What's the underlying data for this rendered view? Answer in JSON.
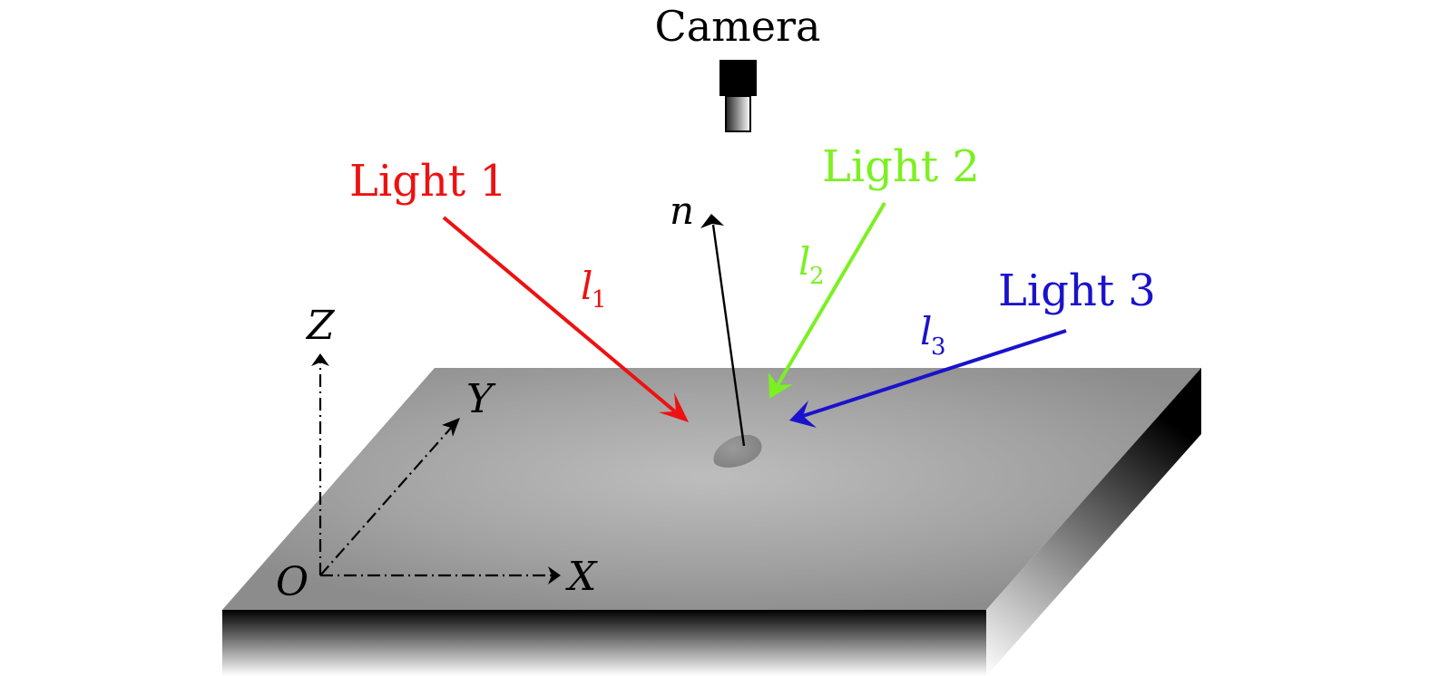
{
  "camera": {
    "label": "Camera",
    "icon": "camera-icon"
  },
  "lights": [
    {
      "id": "1",
      "label": "Light 1",
      "vector_symbol": "l",
      "vector_subscript": "1",
      "color": "#ee1111"
    },
    {
      "id": "2",
      "label": "Light 2",
      "vector_symbol": "l",
      "vector_subscript": "2",
      "color": "#7cf022"
    },
    {
      "id": "3",
      "label": "Light 3",
      "vector_symbol": "l",
      "vector_subscript": "3",
      "color": "#1a12cc"
    }
  ],
  "normal": {
    "label": "n",
    "color": "#000000"
  },
  "axes": {
    "origin": "O",
    "x": "X",
    "y": "Y",
    "z": "Z"
  },
  "colors": {
    "surface_top": "#9a9a9a",
    "surface_highlight": "#b8b8b8",
    "edge_dark": "#000000",
    "edge_light": "#ffffff"
  }
}
